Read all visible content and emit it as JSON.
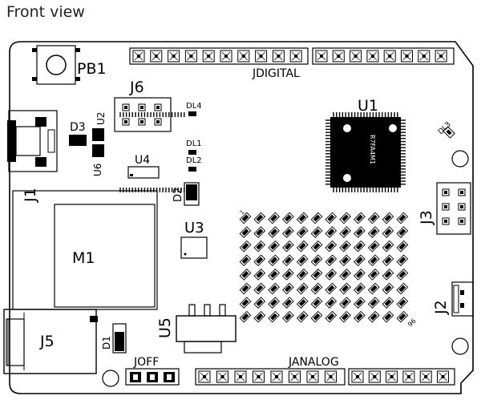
{
  "caption": "Front view",
  "labels": {
    "pb1": "PB1",
    "jdigital": "JDIGITAL",
    "janalog": "JANALOG",
    "j6": "J6",
    "u1": "U1",
    "u1_chip": "R7FA4M1",
    "dl4": "DL4",
    "dl1": "DL1",
    "dl2": "DL2",
    "dl3": "DL3",
    "d3": "D3",
    "u2": "U2",
    "u6": "U6",
    "u4": "U4",
    "d2": "D2",
    "j1": "J1",
    "j3": "J3",
    "u3": "U3",
    "m1": "M1",
    "j2": "J2",
    "j5": "J5",
    "d1": "D1",
    "u5": "U5",
    "joff": "JOFF",
    "led_first": "1",
    "led_last": "96"
  },
  "colors": {
    "outline": "#000000",
    "background": "#ffffff"
  }
}
